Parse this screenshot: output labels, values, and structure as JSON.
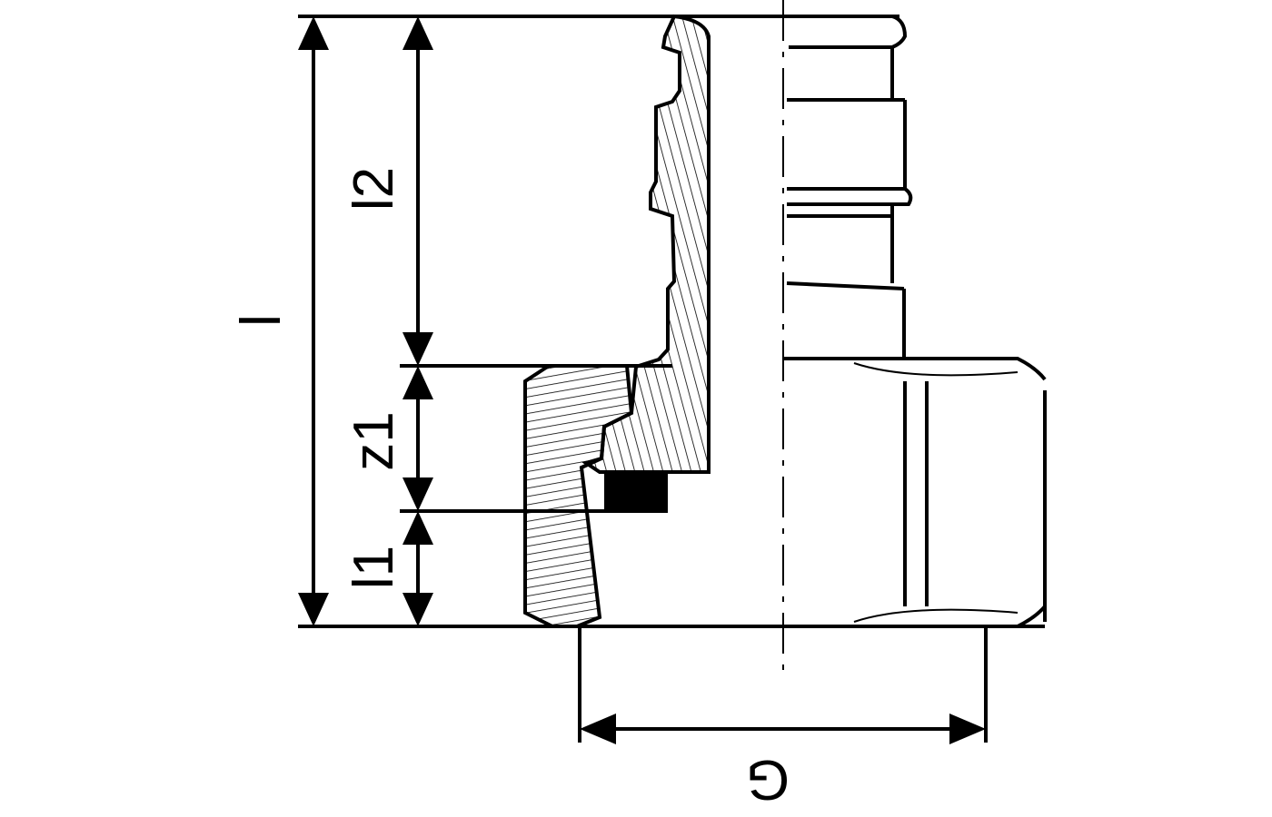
{
  "drawing": {
    "type": "fitting cross-section dimension drawing",
    "dimensions": {
      "overall_length": "l",
      "length_2": "l2",
      "z_1": "z1",
      "length_1": "l1",
      "thread": "G"
    }
  }
}
